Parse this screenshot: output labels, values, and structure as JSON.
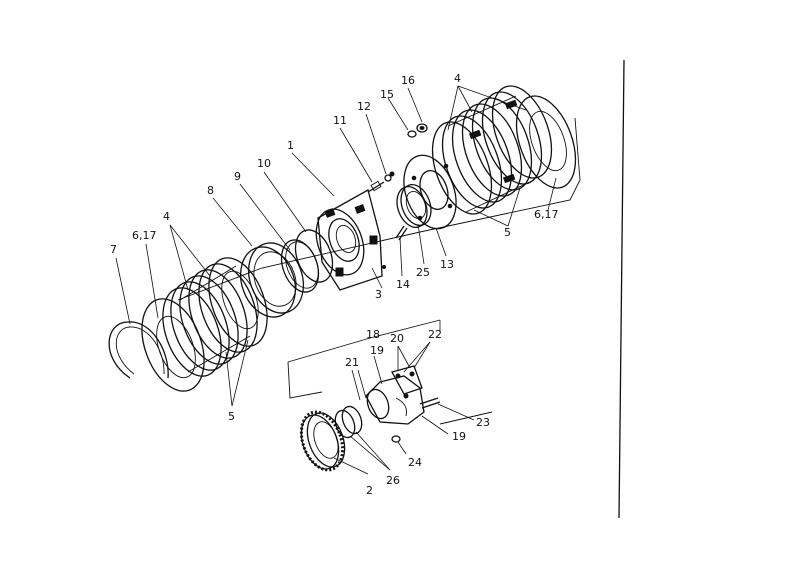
{
  "callouts": {
    "c1": "1",
    "c2": "2",
    "c3": "3",
    "c4a": "4",
    "c4b": "4",
    "c5a": "5",
    "c5b": "5",
    "c617a": "6,17",
    "c617b": "6,17",
    "c7": "7",
    "c8": "8",
    "c9": "9",
    "c10": "10",
    "c11": "11",
    "c12": "12",
    "c13": "13",
    "c14": "14",
    "c15": "15",
    "c16": "16",
    "c18": "18",
    "c19a": "19",
    "c19b": "19",
    "c20": "20",
    "c21": "21",
    "c22": "22",
    "c23": "23",
    "c24": "24",
    "c25": "25",
    "c26": "26"
  }
}
